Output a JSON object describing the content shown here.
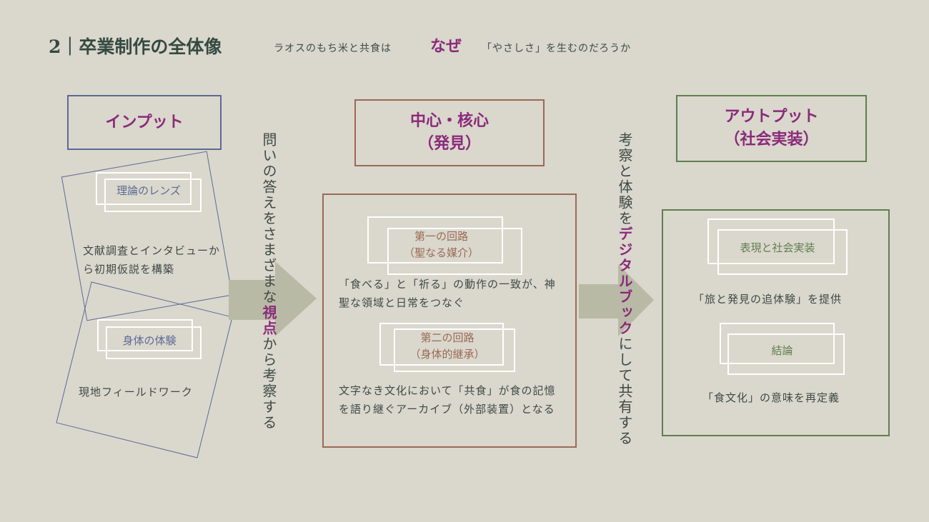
{
  "header": {
    "title": "2｜卒業制作の全体像",
    "subtitle_pre": "ラオスのもち米と共食は",
    "subtitle_emphasis": "なぜ",
    "subtitle_post": "「やさしさ」を生むのだろうか"
  },
  "input": {
    "heading": "インプット",
    "cards": [
      {
        "label": "理論のレンズ",
        "text": "文献調査とインタビューから初期仮説を構築"
      },
      {
        "label": "身体の体験",
        "text": "現地フィールドワーク"
      }
    ]
  },
  "connector1": {
    "pre": "問いの答えをさまざまな",
    "emphasis": "視点",
    "post": "から考察する"
  },
  "core": {
    "heading_line1": "中心・核心",
    "heading_line2": "（発見）",
    "items": [
      {
        "label_line1": "第一の回路",
        "label_line2": "（聖なる媒介）",
        "text": "「食べる」と「祈る」の動作の一致が、神聖な領域と日常をつなぐ"
      },
      {
        "label_line1": "第二の回路",
        "label_line2": "（身体的継承）",
        "text": "文字なき文化において「共食」が食の記憶を語り継ぐアーカイブ（外部装置）となる"
      }
    ]
  },
  "connector2": {
    "pre": "考察と体験を",
    "emphasis": "デジタルブック",
    "post": "にして共有する"
  },
  "output": {
    "heading_line1": "アウトプット",
    "heading_line2": "（社会実装）",
    "items": [
      {
        "label": "表現と社会実装",
        "text": "「旅と発見の追体験」を提供"
      },
      {
        "label": "結論",
        "text": "「食文化」の意味を再定義"
      }
    ]
  },
  "colors": {
    "background": "#dad7cd",
    "accent": "#8a2a7a",
    "input": "#5b6b95",
    "core": "#9a6a55",
    "output": "#5f7f4f",
    "arrow": "#b9baa6"
  }
}
